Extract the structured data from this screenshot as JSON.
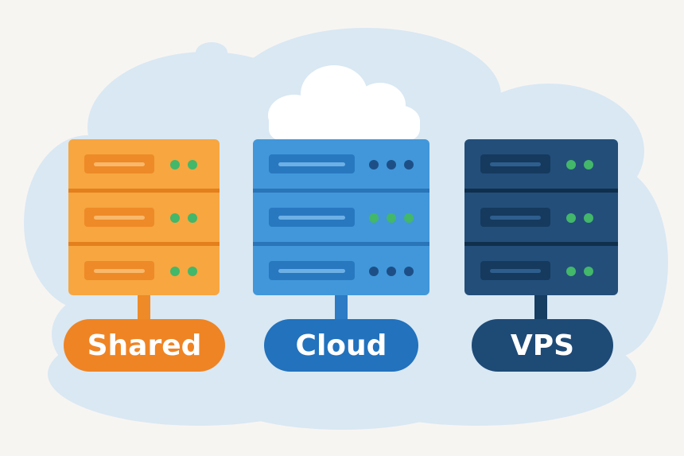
{
  "colors": {
    "background": "#f7f5f2",
    "cloud_backdrop": "#d9e8f3",
    "cloud_white": "#ffffff",
    "shared": "#ef8424",
    "cloud": "#2272bd",
    "vps": "#1e4a76",
    "led_green": "#43b76a",
    "led_dark": "#1d4f86"
  },
  "servers": [
    {
      "id": "shared",
      "label": "Shared",
      "leds": [
        [
          "green",
          "green"
        ],
        [
          "green",
          "green"
        ],
        [
          "green",
          "green"
        ]
      ]
    },
    {
      "id": "cloud",
      "label": "Cloud",
      "leds": [
        [
          "dark",
          "dark",
          "dark"
        ],
        [
          "green",
          "green",
          "green"
        ],
        [
          "dark",
          "dark",
          "dark"
        ]
      ]
    },
    {
      "id": "vps",
      "label": "VPS",
      "leds": [
        [
          "green",
          "green"
        ],
        [
          "green",
          "green"
        ],
        [
          "green",
          "green"
        ]
      ]
    }
  ]
}
